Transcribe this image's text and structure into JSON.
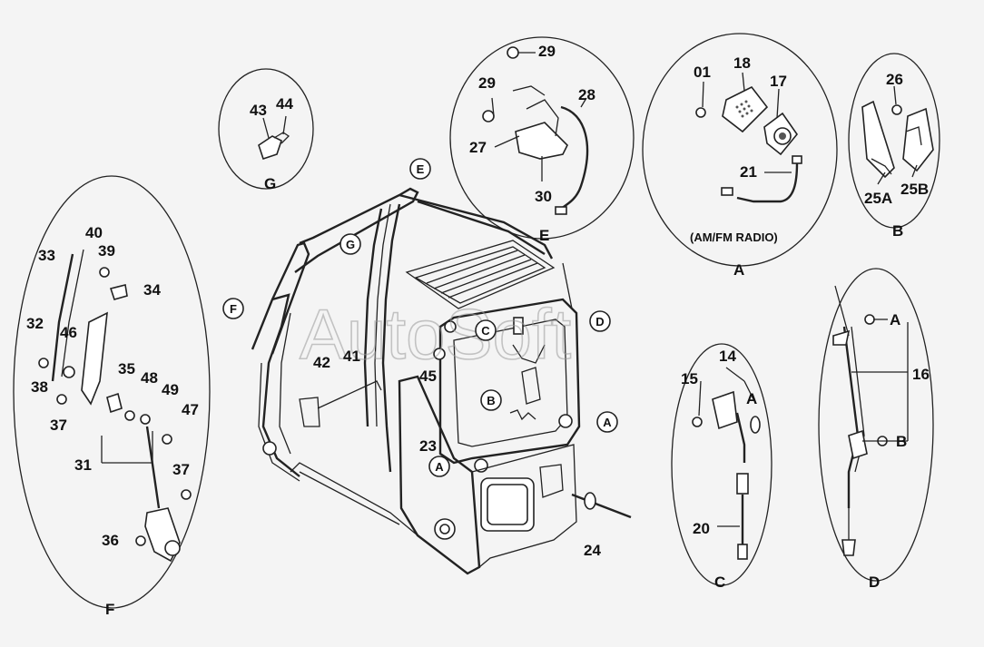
{
  "watermark": "AutoSoft",
  "groups": {
    "A": {
      "title": "A",
      "note": "(AM/FM RADIO)",
      "parts": [
        "01",
        "18",
        "17",
        "21"
      ]
    },
    "B": {
      "title": "B",
      "parts": [
        "26",
        "25A",
        "25B"
      ]
    },
    "C": {
      "title": "C",
      "parts": [
        "14",
        "15",
        "20",
        "A"
      ]
    },
    "D": {
      "title": "D",
      "parts": [
        "16",
        "A",
        "B"
      ]
    },
    "E": {
      "title": "E",
      "parts": [
        "29",
        "29",
        "28",
        "27",
        "30"
      ]
    },
    "F": {
      "title": "F",
      "parts": [
        "40",
        "33",
        "39",
        "34",
        "32",
        "46",
        "35",
        "38",
        "48",
        "49",
        "37",
        "47",
        "31",
        "37",
        "36"
      ]
    },
    "G": {
      "title": "G",
      "parts": [
        "43",
        "44"
      ]
    }
  },
  "main_labels": [
    "42",
    "41",
    "45",
    "23",
    "24"
  ],
  "callouts": [
    "E",
    "G",
    "F",
    "C",
    "D",
    "B",
    "A",
    "A"
  ]
}
